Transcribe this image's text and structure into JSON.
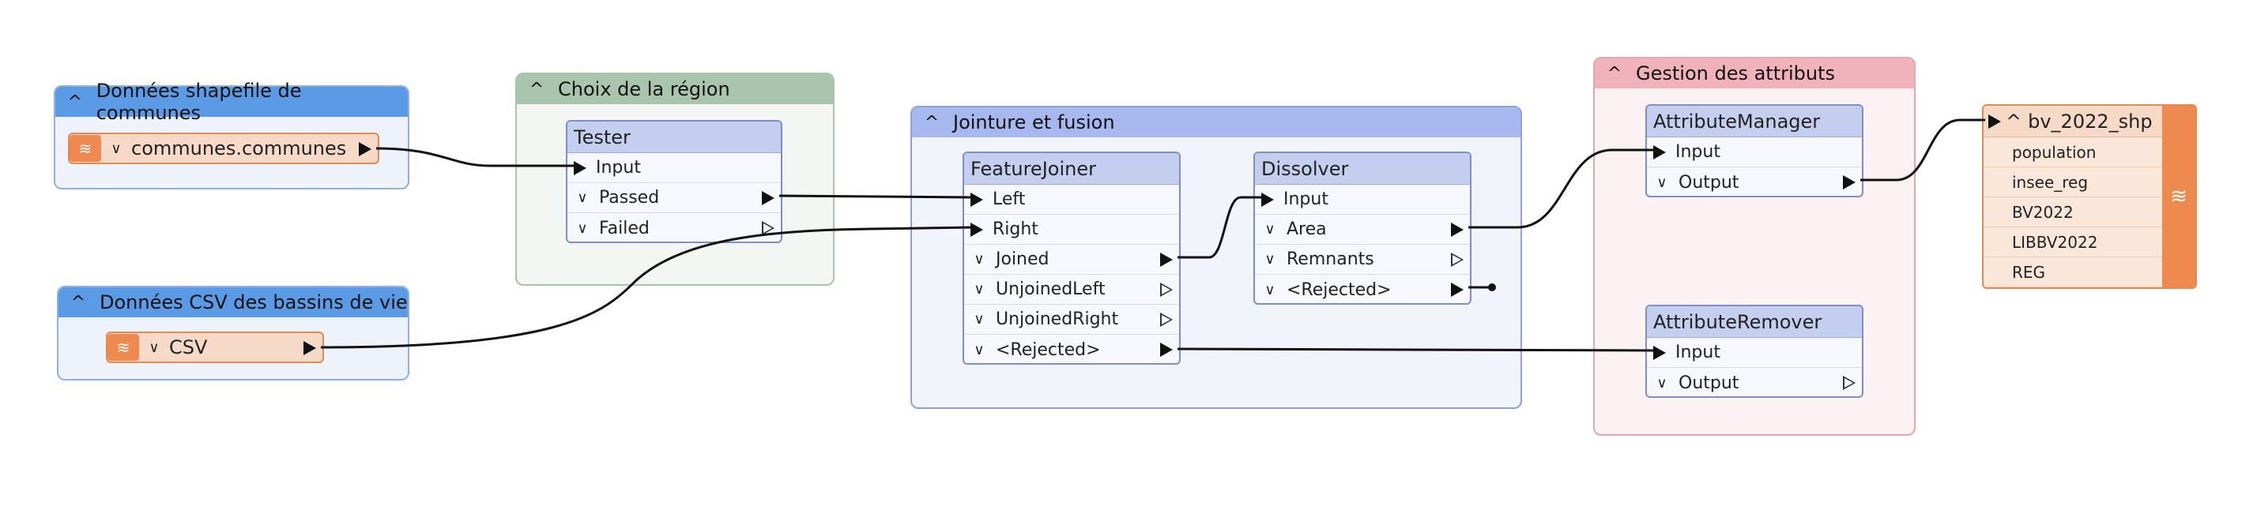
{
  "bookmarks": {
    "shapefile": "Données shapefile de communes",
    "csv": "Données CSV des bassins de vie",
    "region": "Choix de la région",
    "jointure": "Jointure et fusion",
    "attributs": "Gestion des attributs"
  },
  "readers": {
    "communes": "communes.communes",
    "csv": "CSV"
  },
  "transformers": {
    "tester": {
      "title": "Tester",
      "ports": [
        "Input",
        "Passed",
        "Failed"
      ]
    },
    "featurejoiner": {
      "title": "FeatureJoiner",
      "ports": [
        "Left",
        "Right",
        "Joined",
        "UnjoinedLeft",
        "UnjoinedRight",
        "<Rejected>"
      ]
    },
    "dissolver": {
      "title": "Dissolver",
      "ports": [
        "Input",
        "Area",
        "Remnants",
        "<Rejected>"
      ]
    },
    "attributemanager": {
      "title": "AttributeManager",
      "ports": [
        "Input",
        "Output"
      ]
    },
    "attributeremover": {
      "title": "AttributeRemover",
      "ports": [
        "Input",
        "Output"
      ]
    }
  },
  "writer": {
    "title": "bv_2022_shp",
    "attributes": [
      "population",
      "insee_reg",
      "BV2022",
      "LIBBV2022",
      "REG"
    ]
  },
  "icons": {
    "collapse": "caret-up-icon",
    "expand": "chevron-down-icon",
    "reader": "layers-icon"
  }
}
